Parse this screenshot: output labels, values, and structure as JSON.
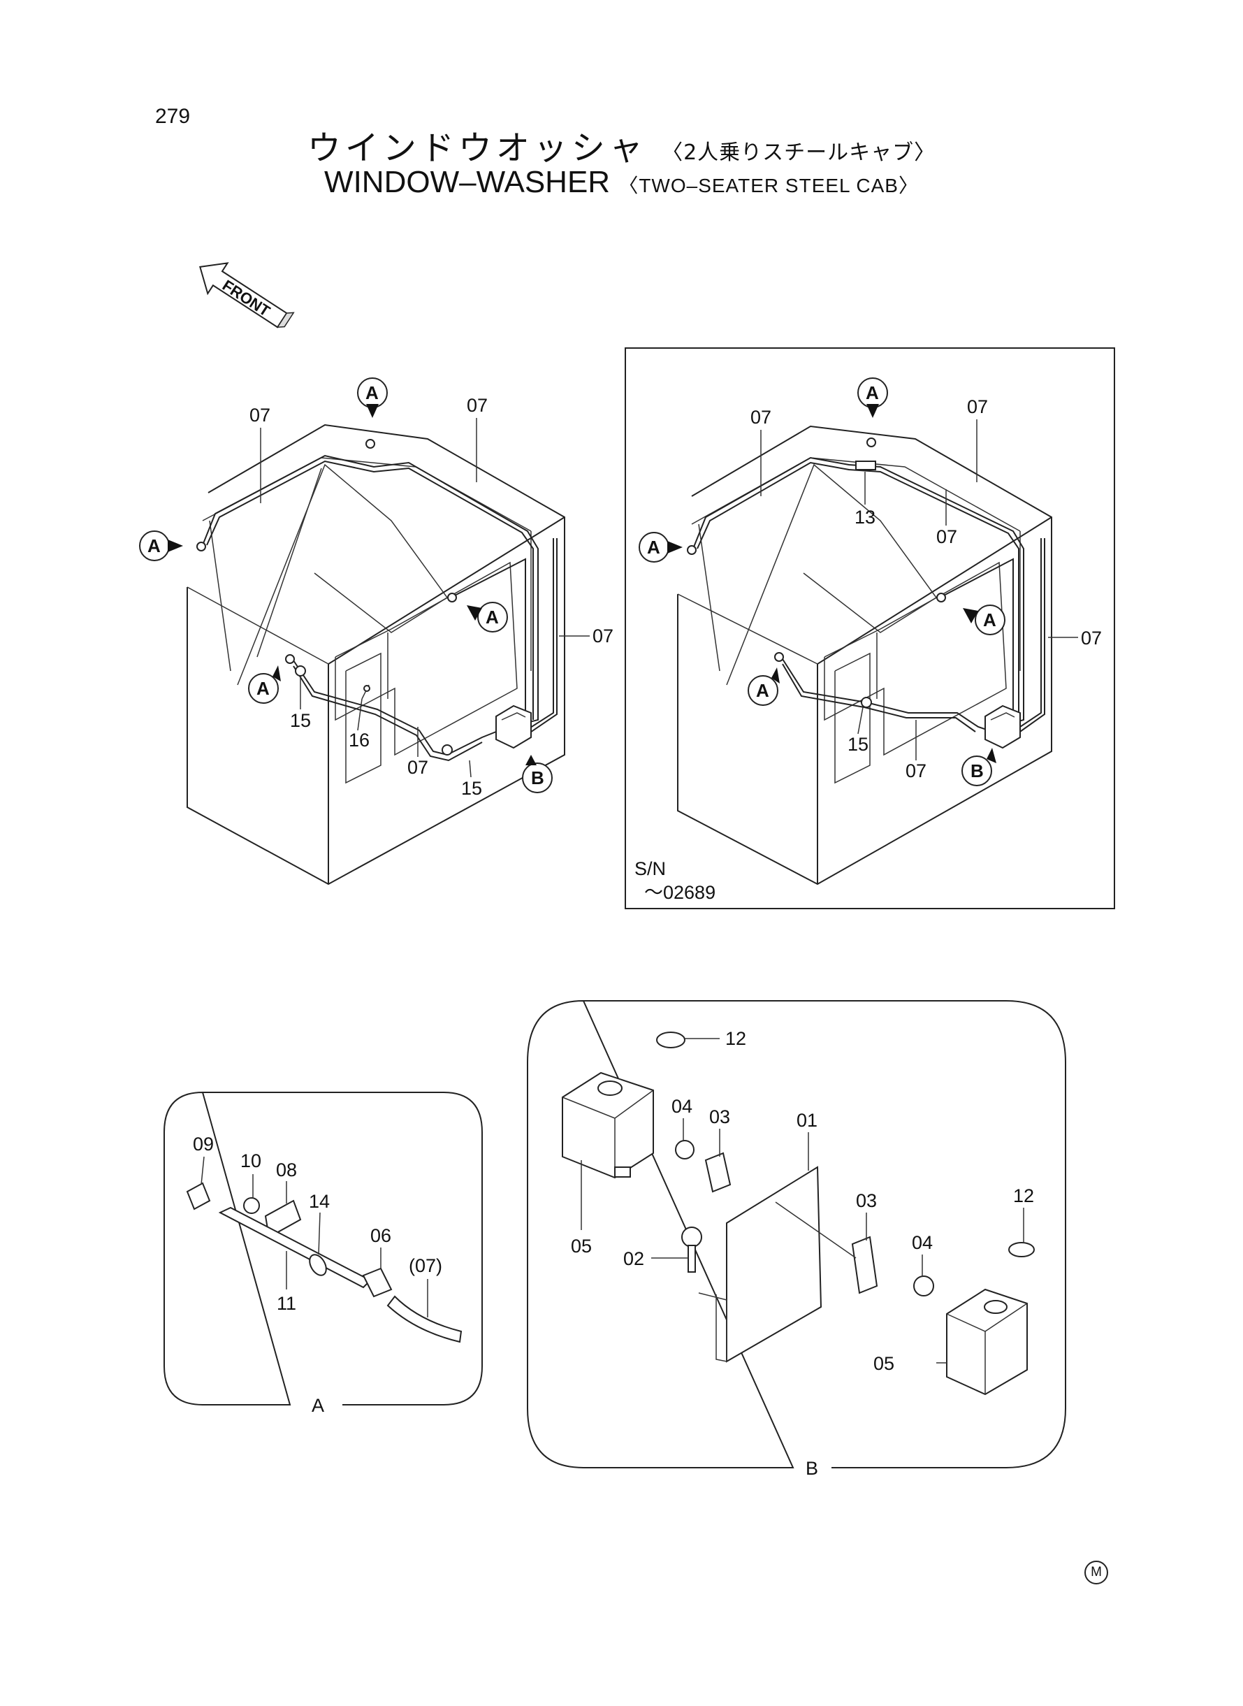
{
  "page_number": "279",
  "title": {
    "ja_main": "ウインドウオッシャ",
    "ja_sub": "〈2人乗りスチールキャブ〉",
    "en_main": "WINDOW–WASHER",
    "en_sub": "〈TWO–SEATER STEEL CAB〉"
  },
  "front_arrow": "FRONT",
  "serial_note": {
    "line1": "S/N",
    "line2": "～02689"
  },
  "callouts": {
    "a": "A",
    "b": "B"
  },
  "parts": {
    "p01": "01",
    "p02": "02",
    "p03": "03",
    "p04": "04",
    "p05": "05",
    "p06": "06",
    "p07": "07",
    "p07_paren": "(07)",
    "p08": "08",
    "p09": "09",
    "p10": "10",
    "p11": "11",
    "p12": "12",
    "p13": "13",
    "p14": "14",
    "p15": "15",
    "p16": "16"
  },
  "detail_labels": {
    "a": "A",
    "b": "B"
  },
  "maker_mark": "M"
}
